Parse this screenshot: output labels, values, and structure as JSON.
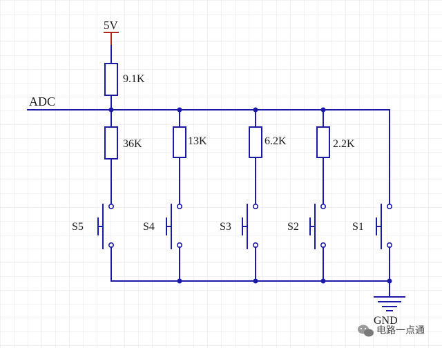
{
  "diagram": {
    "colors": {
      "wire": "#1a1aa6",
      "power_symbol": "#b3261e",
      "grid": "#e3e3e3",
      "text": "#1a1a1a"
    },
    "power_label": "5V",
    "ground_label": "GND",
    "signal_label": "ADC",
    "pullup_resistor": {
      "label": "9.1K"
    },
    "branches": [
      {
        "resistor": "36K",
        "switch": "S5"
      },
      {
        "resistor": "13K",
        "switch": "S4"
      },
      {
        "resistor": "6.2K",
        "switch": "S3"
      },
      {
        "resistor": "2.2K",
        "switch": "S2"
      },
      {
        "resistor": "",
        "switch": "S1"
      }
    ],
    "watermark": "电路一点通",
    "watermark_icon": "wechat-icon"
  }
}
